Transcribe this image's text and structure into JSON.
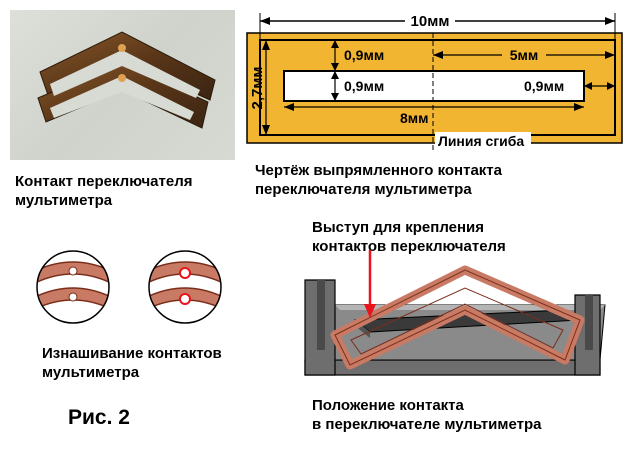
{
  "photo_caption": "Контакт переключателя\nмультиметра",
  "drawing": {
    "total_width": "10мм",
    "height": "2,7мм",
    "top_gap": "0,9мм",
    "right_part": "5мм",
    "slot_height": "0,9мм",
    "slot_right_gap": "0,9мм",
    "slot_length": "8мм",
    "bend_line": "Линия сгиба",
    "caption": "Чертёж выпрямленного контакта\nпереключателя мультиметра"
  },
  "wear": {
    "caption": "Изнашивание контактов\nмультиметра"
  },
  "mount": {
    "protrusion_label": "Выступ для крепления\nконтактов  переключателя",
    "caption": "Положение контакта\nв переключателе мультиметра"
  },
  "figure_label": "Рис. 2",
  "colors": {
    "brass": "#f2b531",
    "copper": "#c87a64",
    "copper_dark": "#7a2e1a",
    "gray": "#6e6e6e",
    "gray_dark": "#3a3a3a",
    "arrow_red": "#e8141c"
  }
}
